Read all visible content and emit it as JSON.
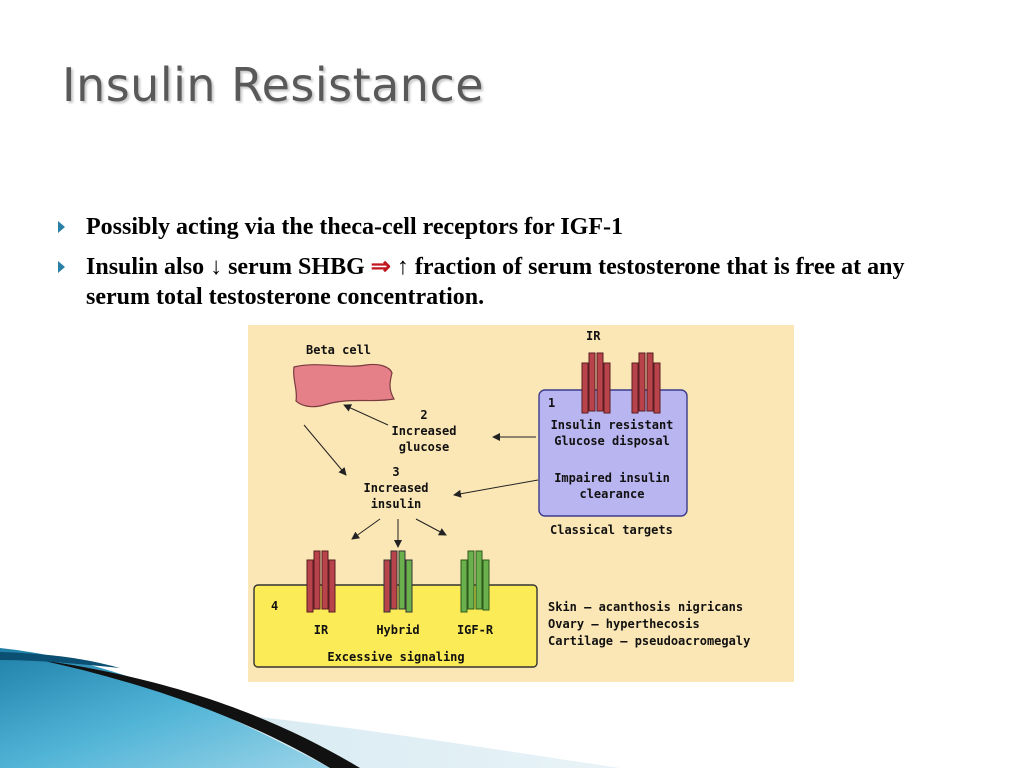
{
  "slide": {
    "title": "Insulin Resistance",
    "bullets": [
      {
        "text": "Possibly acting via the theca-cell receptors for IGF-1"
      },
      {
        "before": "Insulin also ↓ serum SHBG ",
        "arrow": "⇒",
        "after": " ↑ fraction of serum testosterone that is free at any serum total testosterone concentration."
      }
    ]
  },
  "diagram": {
    "beta_cell": "Beta cell",
    "ir_top": "IR",
    "step1_number": "1",
    "step1_line1": "Insulin resistant",
    "step1_line2": "Glucose disposal",
    "step1_line3": "Impaired insulin",
    "step1_line4": "clearance",
    "classical_targets": "Classical targets",
    "step2_number": "2",
    "step2_line1": "Increased",
    "step2_line2": "glucose",
    "step3_number": "3",
    "step3_line1": "Increased",
    "step3_line2": "insulin",
    "step4_number": "4",
    "ir_bottom": "IR",
    "hybrid": "Hybrid",
    "igf_r": "IGF-R",
    "excessive_signaling": "Excessive signaling",
    "effect_1": "Skin — acanthosis nigricans",
    "effect_2": "Ovary — hyperthecosis",
    "effect_3": "Cartilage — pseudoacromegaly",
    "colors": {
      "background": "#fbe7b5",
      "beta_cell": "#e58088",
      "classical_box": "#b9b5f0",
      "signaling_box": "#fbeb57",
      "ir_receptor": "#b8434b",
      "igf_receptor": "#6ab04c"
    }
  }
}
